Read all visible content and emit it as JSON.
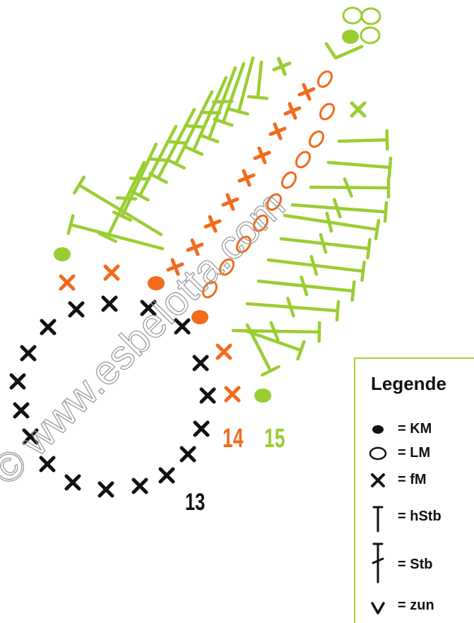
{
  "colors": {
    "row13": "#111111",
    "row14": "#f26a1b",
    "row15": "#9acd32",
    "legend_border": "#a6d12a"
  },
  "row_labels": {
    "row13": "13",
    "row14": "14",
    "row15": "15"
  },
  "watermark": "© www.esbelotta.com",
  "legend": {
    "title": "Legende",
    "items": [
      {
        "icon": "slip-stitch-dot-icon",
        "label": "= KM"
      },
      {
        "icon": "chain-oval-icon",
        "label": "= LM"
      },
      {
        "icon": "single-crochet-x-icon",
        "label": "= fM"
      },
      {
        "icon": "half-double-crochet-t-icon",
        "label": "= hStb"
      },
      {
        "icon": "double-crochet-t-icon",
        "label": "= Stb"
      },
      {
        "icon": "increase-v-icon",
        "label": "= zun"
      }
    ]
  }
}
